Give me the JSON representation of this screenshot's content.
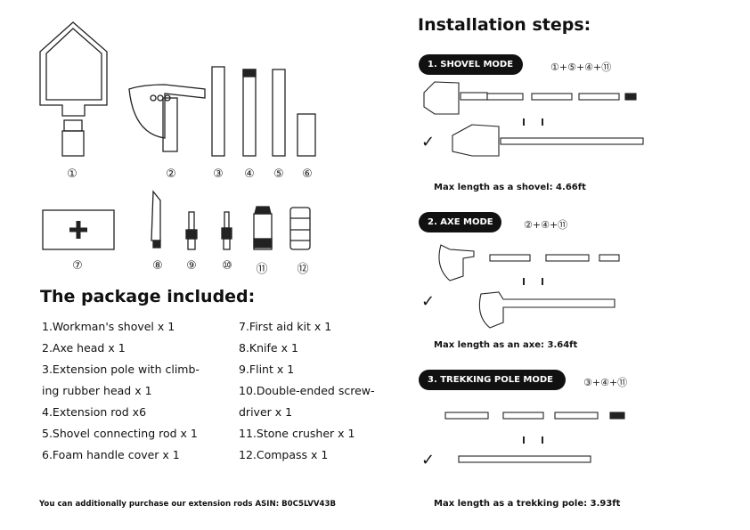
{
  "parts_numbers": [
    "①",
    "②",
    "③",
    "④",
    "⑤",
    "⑥",
    "⑦",
    "⑧",
    "⑨",
    "⑩",
    "⑪",
    "⑫"
  ],
  "package": {
    "title": "The package included:",
    "left": [
      "1.Workman's shovel x 1",
      "2.Axe head x 1",
      "3.Extension pole with climb-",
      "ing rubber head x 1",
      "4.Extension rod x6",
      "5.Shovel connecting rod x 1",
      "6.Foam handle cover x 1"
    ],
    "right": [
      "7.First aid kit x 1",
      "8.Knife x 1",
      "9.Flint x 1",
      "10.Double-ended screw-",
      "driver x 1",
      "11.Stone crusher x 1",
      "12.Compass x 1"
    ],
    "footnote": "You can additionally purchase our extension rods ASIN: B0C5LVV43B"
  },
  "install": {
    "title": "Installation steps:",
    "modes": [
      {
        "label": "1. SHOVEL MODE",
        "formula": "①+⑤+④+⑪",
        "max": "Max length as a shovel: 4.66ft"
      },
      {
        "label": "2. AXE MODE",
        "formula": "②+④+⑪",
        "max": "Max length as an axe: 3.64ft"
      },
      {
        "label": "3. TREKKING POLE MODE",
        "formula": "③+④+⑪",
        "max": "Max length as a trekking pole: 3.93ft"
      }
    ]
  }
}
